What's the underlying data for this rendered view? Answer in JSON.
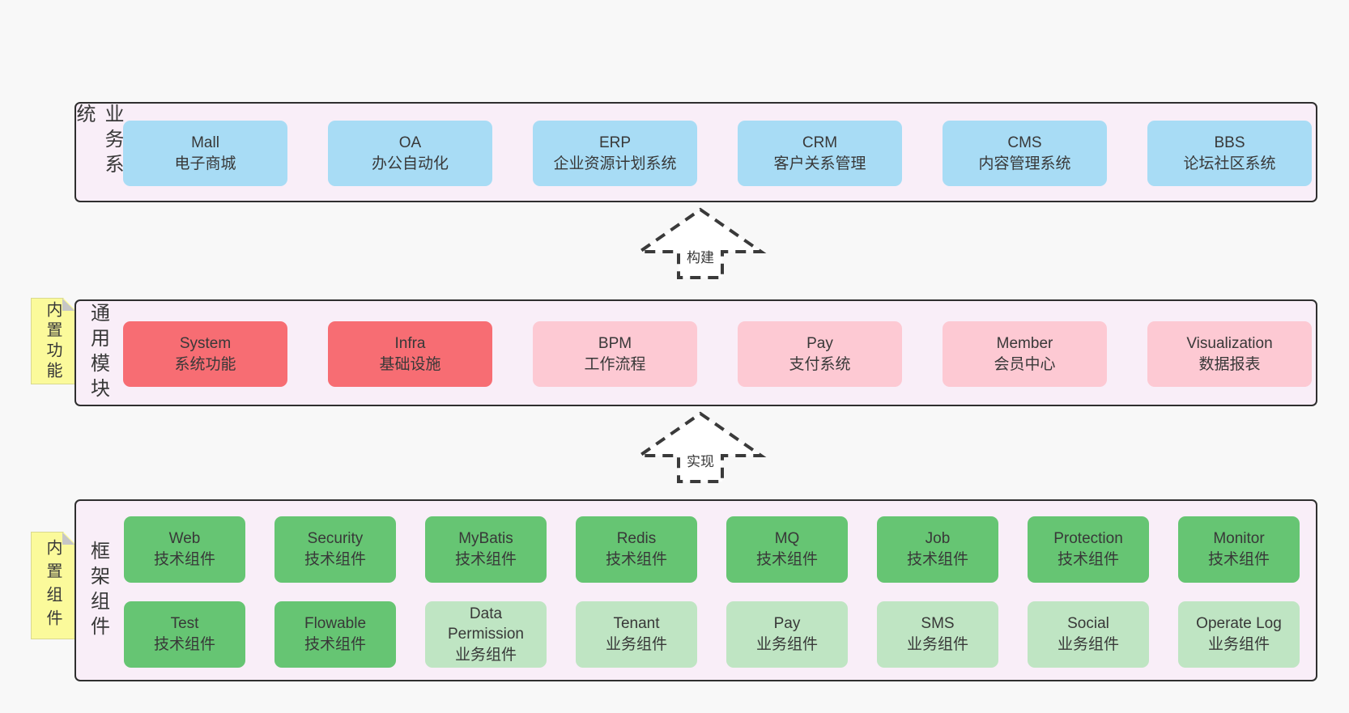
{
  "colors": {
    "page-bg": "#f8f8f8",
    "band-bg": "#f9eef8",
    "band-border": "#2f2f2f",
    "blue": "#a8dcf5",
    "red": "#f76d73",
    "pink": "#fdc9d3",
    "green": "#66c573",
    "lightgreen": "#bfe5c3",
    "note-bg": "#fbfa9b",
    "note-fold": "#c6c6c6",
    "text": "#383838"
  },
  "bands": [
    {
      "label": "业务系统",
      "rows": [
        [
          {
            "en": "Mall",
            "zh": "电子商城",
            "variant": "blue"
          },
          {
            "en": "OA",
            "zh": "办公自动化",
            "variant": "blue"
          },
          {
            "en": "ERP",
            "zh": "企业资源计划系统",
            "variant": "blue"
          },
          {
            "en": "CRM",
            "zh": "客户关系管理",
            "variant": "blue"
          },
          {
            "en": "CMS",
            "zh": "内容管理系统",
            "variant": "blue"
          },
          {
            "en": "BBS",
            "zh": "论坛社区系统",
            "variant": "blue"
          }
        ]
      ]
    },
    {
      "label": "通用模块",
      "note": "内置功能",
      "rows": [
        [
          {
            "en": "System",
            "zh": "系统功能",
            "variant": "red"
          },
          {
            "en": "Infra",
            "zh": "基础设施",
            "variant": "red"
          },
          {
            "en": "BPM",
            "zh": "工作流程",
            "variant": "pink"
          },
          {
            "en": "Pay",
            "zh": "支付系统",
            "variant": "pink"
          },
          {
            "en": "Member",
            "zh": "会员中心",
            "variant": "pink"
          },
          {
            "en": "Visualization",
            "zh": "数据报表",
            "variant": "pink"
          }
        ]
      ]
    },
    {
      "label": "框架组件",
      "note": "内置组件",
      "rows": [
        [
          {
            "en": "Web",
            "zh": "技术组件",
            "variant": "green"
          },
          {
            "en": "Security",
            "zh": "技术组件",
            "variant": "green"
          },
          {
            "en": "MyBatis",
            "zh": "技术组件",
            "variant": "green"
          },
          {
            "en": "Redis",
            "zh": "技术组件",
            "variant": "green"
          },
          {
            "en": "MQ",
            "zh": "技术组件",
            "variant": "green"
          },
          {
            "en": "Job",
            "zh": "技术组件",
            "variant": "green"
          },
          {
            "en": "Protection",
            "zh": "技术组件",
            "variant": "green"
          },
          {
            "en": "Monitor",
            "zh": "技术组件",
            "variant": "green"
          }
        ],
        [
          {
            "en": "Test",
            "zh": "技术组件",
            "variant": "green"
          },
          {
            "en": "Flowable",
            "zh": "技术组件",
            "variant": "green"
          },
          {
            "en": "Data Permission",
            "zh": "业务组件",
            "variant": "lightgreen"
          },
          {
            "en": "Tenant",
            "zh": "业务组件",
            "variant": "lightgreen"
          },
          {
            "en": "Pay",
            "zh": "业务组件",
            "variant": "lightgreen"
          },
          {
            "en": "SMS",
            "zh": "业务组件",
            "variant": "lightgreen"
          },
          {
            "en": "Social",
            "zh": "业务组件",
            "variant": "lightgreen"
          },
          {
            "en": "Operate Log",
            "zh": "业务组件",
            "variant": "lightgreen"
          }
        ]
      ]
    }
  ],
  "arrows": [
    {
      "label": "构建"
    },
    {
      "label": "实现"
    }
  ]
}
